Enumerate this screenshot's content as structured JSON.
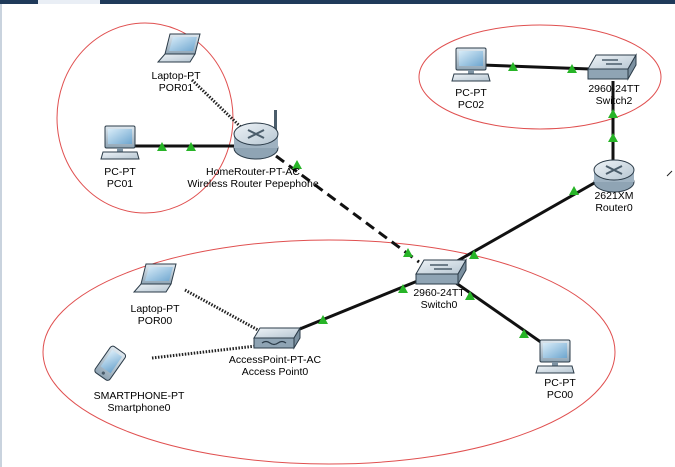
{
  "canvas": {
    "background": "#ffffff",
    "zone_border_color": "#e05050",
    "link_color": "#111111",
    "link_light_color": "#27b427"
  },
  "devices": {
    "laptop_por01": {
      "type": "Laptop-PT",
      "name": "POR01",
      "icon": "laptop-icon"
    },
    "pc01": {
      "type": "PC-PT",
      "name": "PC01",
      "icon": "pc-icon"
    },
    "wireless_router": {
      "type": "HomeRouter-PT-AC",
      "name": "Wireless Router Pepephone",
      "icon": "wireless-router-icon"
    },
    "pc02": {
      "type": "PC-PT",
      "name": "PC02",
      "icon": "pc-icon"
    },
    "switch2": {
      "type": "2960-24TT",
      "name": "Switch2",
      "icon": "switch-icon"
    },
    "router0": {
      "type": "2621XM",
      "name": "Router0",
      "icon": "router-icon"
    },
    "switch0": {
      "type": "2960-24TT",
      "name": "Switch0",
      "icon": "switch-icon"
    },
    "laptop_por00": {
      "type": "Laptop-PT",
      "name": "POR00",
      "icon": "laptop-icon"
    },
    "access_point": {
      "type": "AccessPoint-PT-AC",
      "name": "Access Point0",
      "icon": "access-point-icon"
    },
    "smartphone0": {
      "type": "SMARTPHONE-PT",
      "name": "Smartphone0",
      "icon": "smartphone-icon"
    },
    "pc00": {
      "type": "PC-PT",
      "name": "PC00",
      "icon": "pc-icon"
    }
  },
  "links": [
    {
      "from": "pc01",
      "to": "wireless_router",
      "kind": "ethernet"
    },
    {
      "from": "laptop_por01",
      "to": "wireless_router",
      "kind": "wireless"
    },
    {
      "from": "wireless_router",
      "to": "switch0",
      "kind": "dashed"
    },
    {
      "from": "pc02",
      "to": "switch2",
      "kind": "ethernet"
    },
    {
      "from": "switch2",
      "to": "router0",
      "kind": "ethernet"
    },
    {
      "from": "router0",
      "to": "switch0",
      "kind": "ethernet"
    },
    {
      "from": "switch0",
      "to": "pc00",
      "kind": "ethernet"
    },
    {
      "from": "access_point",
      "to": "switch0",
      "kind": "ethernet"
    },
    {
      "from": "laptop_por00",
      "to": "access_point",
      "kind": "wireless"
    },
    {
      "from": "smartphone0",
      "to": "access_point",
      "kind": "wireless"
    }
  ]
}
